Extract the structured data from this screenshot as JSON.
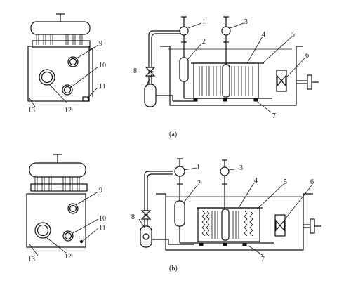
{
  "figure": {
    "panels": [
      {
        "caption": "(a)",
        "labels": [
          "1",
          "2",
          "3",
          "4",
          "5",
          "6",
          "7",
          "8",
          "9",
          "10",
          "11",
          "12",
          "13"
        ]
      },
      {
        "caption": "(b)",
        "labels": [
          "1",
          "2",
          "3",
          "4",
          "5",
          "6",
          "7",
          "8",
          "9",
          "10",
          "11",
          "12",
          "13"
        ]
      }
    ]
  }
}
